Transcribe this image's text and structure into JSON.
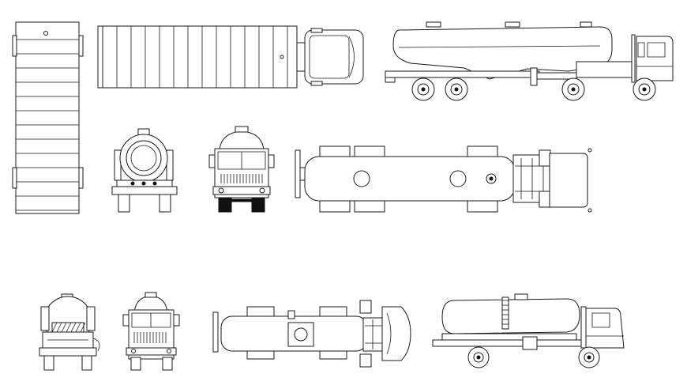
{
  "sheet": {
    "background": "#ffffff",
    "line_color": "#1a1a1a",
    "drawings": [
      {
        "name": "flatbed-trailer-top-view"
      },
      {
        "name": "container-truck-top-view"
      },
      {
        "name": "bulk-powder-tanker-side-view"
      },
      {
        "name": "tanker-rear-view"
      },
      {
        "name": "tanker-truck-front-view"
      },
      {
        "name": "tanker-truck-top-view"
      },
      {
        "name": "vacuum-tanker-rear-view"
      },
      {
        "name": "vacuum-tanker-front-view"
      },
      {
        "name": "vacuum-tanker-top-view"
      },
      {
        "name": "water-tanker-side-view"
      }
    ]
  }
}
